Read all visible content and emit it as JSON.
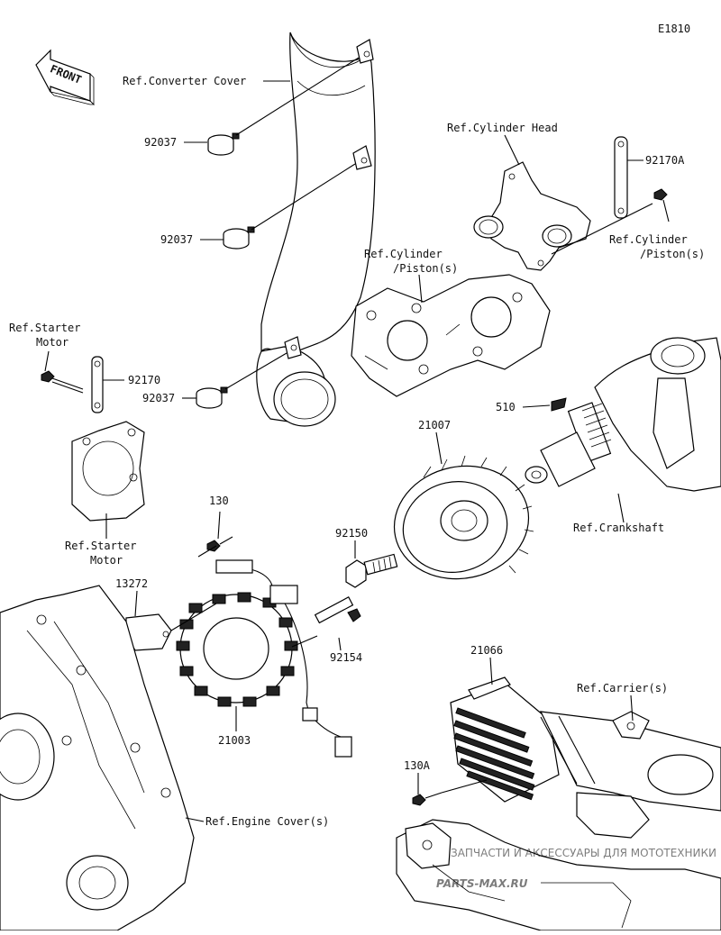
{
  "diagram_code": "E1810",
  "front_label": "FRONT",
  "labels": {
    "ref_converter_cover": "Ref.Converter Cover",
    "p92037_a": "92037",
    "p92037_b": "92037",
    "p92037_c": "92037",
    "ref_cylinder_head": "Ref.Cylinder Head",
    "p92170A": "92170A",
    "ref_cyl_piston_right_1": "Ref.Cylinder",
    "ref_cyl_piston_right_2": "/Piston(s)",
    "ref_cyl_piston_mid_1": "Ref.Cylinder",
    "ref_cyl_piston_mid_2": "/Piston(s)",
    "ref_starter_top_1": "Ref.Starter",
    "ref_starter_top_2": "Motor",
    "p92170": "92170",
    "p510": "510",
    "p21007": "21007",
    "ref_starter_bottom_1": "Ref.Starter",
    "ref_starter_bottom_2": "Motor",
    "p130": "130",
    "ref_crankshaft": "Ref.Crankshaft",
    "p92150": "92150",
    "p13272": "13272",
    "p92154": "92154",
    "p21066": "21066",
    "ref_carriers": "Ref.Carrier(s)",
    "p21003": "21003",
    "p130A": "130A",
    "ref_engine_covers": "Ref.Engine Cover(s)"
  },
  "watermark": {
    "tagline": "ЗАПЧАСТИ И АКСЕССУАРЫ ДЛЯ МОТОТЕХНИКИ",
    "brand": "PARTS-MAX.RU"
  }
}
